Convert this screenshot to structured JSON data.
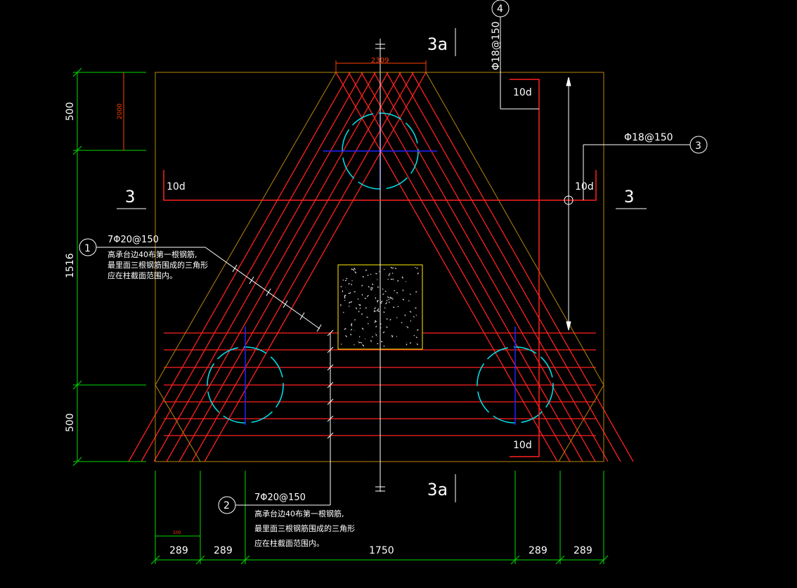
{
  "sections": {
    "section_3_left": "3",
    "section_3_right": "3",
    "section_3a_top": "3a",
    "section_3a_bottom": "3a"
  },
  "dimensions": {
    "top_width": "2309",
    "left_top": "500",
    "left_middle": "1516",
    "left_bottom": "500",
    "left_inner": "2000",
    "bottom_small": "100",
    "bottom": [
      "289",
      "289",
      "1750",
      "289",
      "289"
    ]
  },
  "rebar_labels": {
    "top_vertical": "Φ18@150",
    "right": "Φ18@150",
    "anchor_10d_top_right": "10d",
    "anchor_10d_left": "10d",
    "anchor_10d_right": "10d",
    "anchor_10d_bottom": "10d"
  },
  "callouts": {
    "c1": {
      "number": "1",
      "spec": "7Φ20@150",
      "lines": [
        "高承台边40布第一根钢筋,",
        "最里面三根钢筋围成的三角形",
        "应在柱截面范围内。"
      ]
    },
    "c2": {
      "number": "2",
      "spec": "7Φ20@150",
      "lines": [
        "高承台边40布第一根钢筋,",
        "最里面三根钢筋围成的三角形",
        "应在柱截面范围内。"
      ]
    },
    "c3": {
      "number": "3"
    },
    "c4": {
      "number": "4"
    }
  },
  "colors": {
    "rebar": "#ff2020",
    "dimension": "#00dd00",
    "outline": "#b8860b",
    "pile": "#00e5ee",
    "axis": "#2222ff",
    "column": "#ffee00",
    "text": "#ffffff",
    "leader": "#ffffff",
    "dim_text": "#ff4000"
  }
}
